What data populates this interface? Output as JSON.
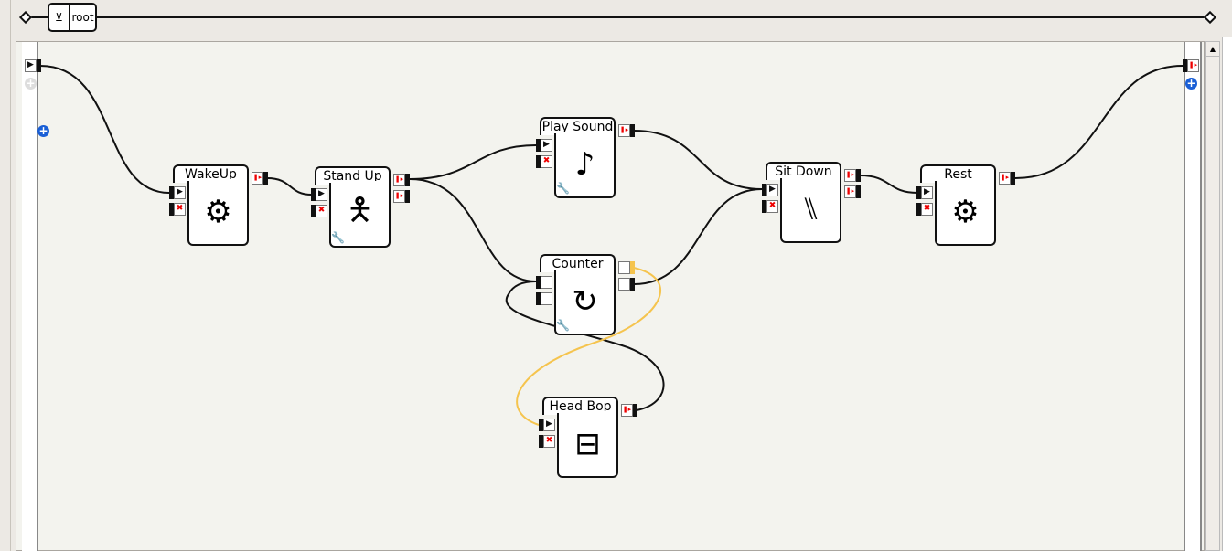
{
  "breadcrumb": {
    "root_label": "root",
    "root_icon": "move-down-icon"
  },
  "boxes": {
    "wakeup": {
      "title": "WakeUp",
      "icon": "gears-icon"
    },
    "standup": {
      "title": "Stand Up",
      "icon": "robot-icon"
    },
    "playsound": {
      "title": "Play Sound",
      "icon": "music-note-icon"
    },
    "counter": {
      "title": "Counter",
      "icon": "loop-icon"
    },
    "sitdown": {
      "title": "Sit Down",
      "icon": "sitting-icon"
    },
    "rest": {
      "title": "Rest",
      "icon": "gears-icon"
    },
    "headbop": {
      "title": "Head Bop",
      "icon": "sliders-icon"
    }
  },
  "glyphs": {
    "play": "▶",
    "stop": "✖",
    "bang": "❚▸",
    "gears": "⚙",
    "note": "♪",
    "robot": "🯅",
    "loop": "↻",
    "sit": "⑊",
    "sliders": "⊟",
    "wrench": "🔧",
    "plus": "+",
    "scroll_up": "▲"
  },
  "colors": {
    "wire": "#111111",
    "event_wire": "#f5c44e",
    "plus": "#1a5fd6"
  }
}
